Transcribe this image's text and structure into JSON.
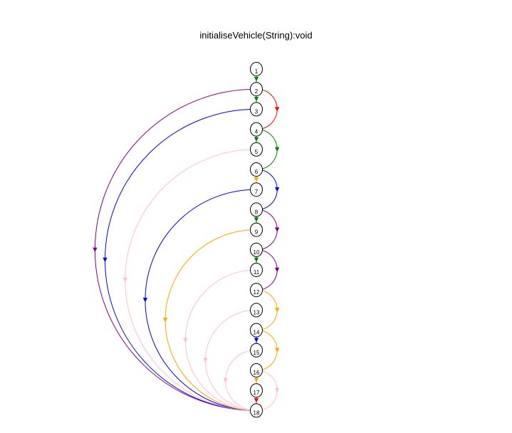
{
  "title": "initialiseVehicle(String):void",
  "nodes": [
    "1",
    "2",
    "3",
    "4",
    "5",
    "6",
    "7",
    "8",
    "9",
    "10",
    "11",
    "12",
    "13",
    "14",
    "15",
    "16",
    "17",
    "18"
  ],
  "edges": [
    {
      "from": 1,
      "to": 2,
      "color": "#008000"
    },
    {
      "from": 2,
      "to": 3,
      "color": "#008000"
    },
    {
      "from": 2,
      "to": 4,
      "color": "#ff0000"
    },
    {
      "from": 4,
      "to": 5,
      "color": "#008000"
    },
    {
      "from": 4,
      "to": 6,
      "color": "#008000"
    },
    {
      "from": 6,
      "to": 7,
      "color": "#ffa500"
    },
    {
      "from": 6,
      "to": 8,
      "color": "#0000ff"
    },
    {
      "from": 8,
      "to": 9,
      "color": "#008000"
    },
    {
      "from": 8,
      "to": 10,
      "color": "#800080"
    },
    {
      "from": 10,
      "to": 11,
      "color": "#008000"
    },
    {
      "from": 10,
      "to": 12,
      "color": "#800080"
    },
    {
      "from": 12,
      "to": 14,
      "color": "#ffa500"
    },
    {
      "from": 14,
      "to": 15,
      "color": "#0000ff"
    },
    {
      "from": 14,
      "to": 16,
      "color": "#ffa500"
    },
    {
      "from": 16,
      "to": 17,
      "color": "#ffa500"
    },
    {
      "from": 17,
      "to": 18,
      "color": "#ff0000"
    },
    {
      "from": 2,
      "to": 18,
      "color": "#800080"
    },
    {
      "from": 3,
      "to": 18,
      "color": "#0000ff"
    },
    {
      "from": 5,
      "to": 18,
      "color": "#ffc0cb"
    },
    {
      "from": 7,
      "to": 18,
      "color": "#0000ff"
    },
    {
      "from": 9,
      "to": 18,
      "color": "#ffa500"
    },
    {
      "from": 11,
      "to": 18,
      "color": "#ffc0cb"
    },
    {
      "from": 13,
      "to": 18,
      "color": "#ffc0cb"
    },
    {
      "from": 15,
      "to": 18,
      "color": "#ffc0cb"
    },
    {
      "from": 16,
      "to": 18,
      "color": "#ffc0cb"
    }
  ]
}
